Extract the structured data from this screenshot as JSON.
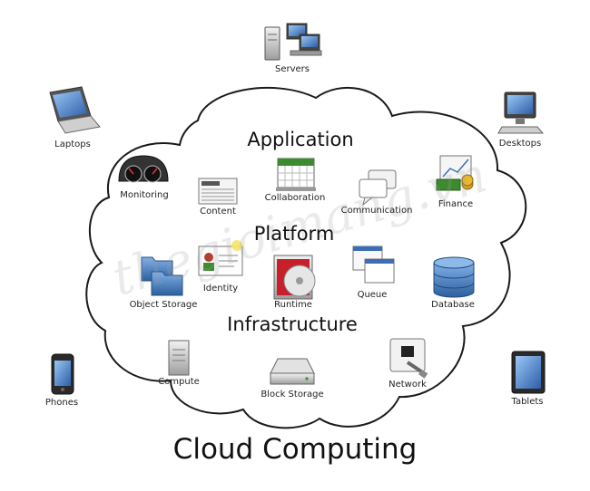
{
  "title": "Cloud Computing",
  "watermark": "thegioimang.vn",
  "layers": {
    "application": "Application",
    "platform": "Platform",
    "infrastructure": "Infrastructure"
  },
  "devices": {
    "servers": "Servers",
    "laptops": "Laptops",
    "desktops": "Desktops",
    "phones": "Phones",
    "tablets": "Tablets"
  },
  "services": {
    "monitoring": "Monitoring",
    "content": "Content",
    "collaboration": "Collaboration",
    "communication": "Communication",
    "finance": "Finance",
    "identity": "Identity",
    "object_storage": "Object Storage",
    "runtime": "Runtime",
    "queue": "Queue",
    "database": "Database",
    "compute": "Compute",
    "block_storage": "Block Storage",
    "network": "Network"
  },
  "colors": {
    "cloud_stroke": "#1a1a1a",
    "icon_blue": "#3a6fb5",
    "icon_gray": "#b8b8b8",
    "finance_green": "#3d8b2f",
    "runtime_red": "#c8202a"
  }
}
